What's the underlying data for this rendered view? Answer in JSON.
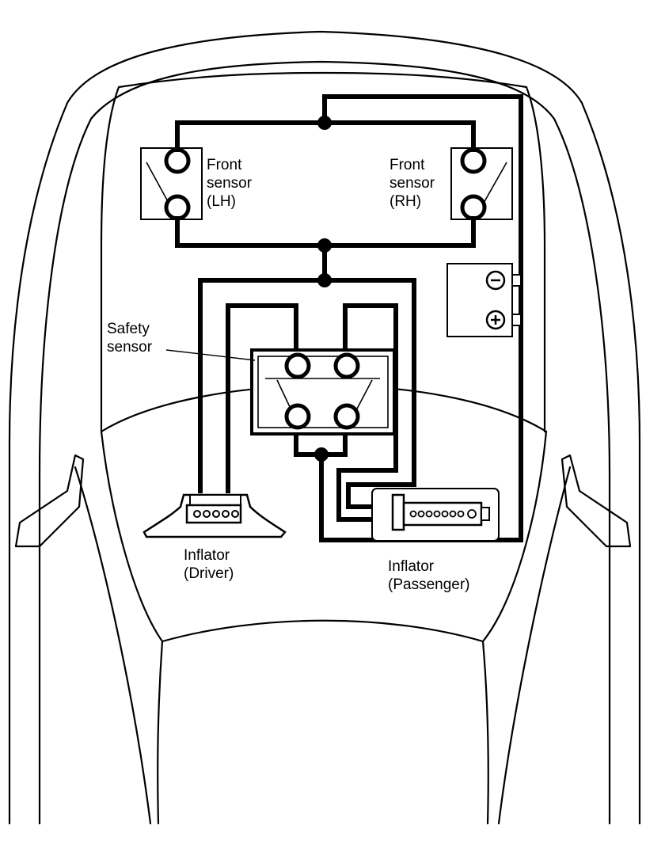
{
  "labels": {
    "front_sensor_lh": [
      "Front",
      "sensor",
      "(LH)"
    ],
    "front_sensor_rh": [
      "Front",
      "sensor",
      "(RH)"
    ],
    "safety_sensor": [
      "Safety",
      "sensor"
    ],
    "inflator_driver": [
      "Inflator",
      "(Driver)"
    ],
    "inflator_passenger": [
      "Inflator",
      "(Passenger)"
    ]
  },
  "battery": {
    "negative_symbol": "−",
    "positive_symbol": "+"
  },
  "colors": {
    "line": "#000000",
    "background": "#ffffff"
  },
  "icons": [
    "car-body-outline",
    "battery-icon",
    "junction-dot-icon",
    "inflator-connector-icon"
  ]
}
